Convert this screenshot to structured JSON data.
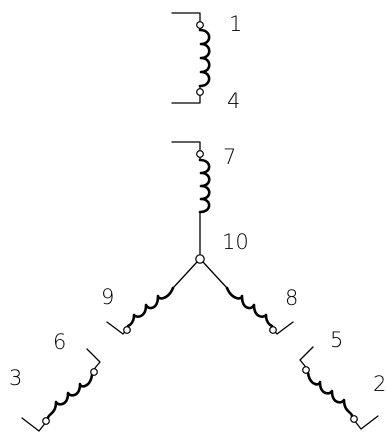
{
  "diagram": {
    "labels": {
      "t1": "1",
      "t4": "4",
      "t7": "7",
      "t10": "10",
      "t9": "9",
      "t8": "8",
      "t6": "6",
      "t3": "3",
      "t5": "5",
      "t2": "2"
    },
    "colors": {
      "line": "#000000",
      "background": "#ffffff"
    }
  }
}
